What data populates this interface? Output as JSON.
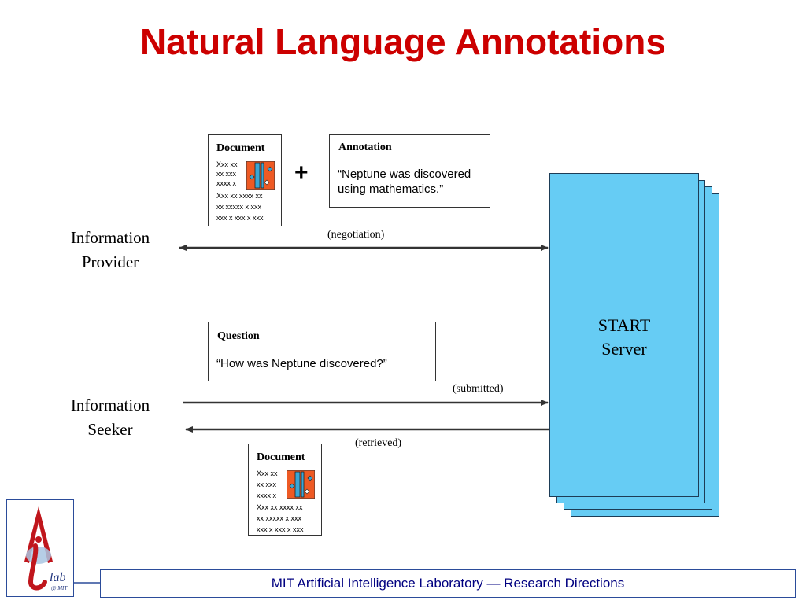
{
  "title": "Natural Language Annotations",
  "provider_document": {
    "heading": "Document",
    "lines": [
      "Xxx xx",
      "xx xxx",
      "xxxx x",
      "Xxx xx xxxx xx",
      "xx xxxxx x xxx",
      "xxx x xxx x xxx"
    ]
  },
  "plus_sign": "+",
  "annotation": {
    "heading": "Annotation",
    "text_line1": "“Neptune was discovered",
    "text_line2": "using mathematics.”"
  },
  "information_provider": {
    "line1": "Information",
    "line2": "Provider"
  },
  "negotiation_label": "(negotiation)",
  "question": {
    "heading": "Question",
    "text": "“How was Neptune discovered?”"
  },
  "submitted_label": "(submitted)",
  "information_seeker": {
    "line1": "Information",
    "line2": "Seeker"
  },
  "retrieved_label": "(retrieved)",
  "retrieved_document": {
    "heading": "Document",
    "lines": [
      "Xxx xx",
      "xx xxx",
      "xxxx x",
      "Xxx xx xxxx xx",
      "xx xxxxx x xxx",
      "xxx x xxx x xxx"
    ]
  },
  "server": {
    "line1": "START",
    "line2": "Server"
  },
  "footer": "MIT Artificial Intelligence Laboratory — Research Directions",
  "logo": {
    "text": "lab",
    "subtext": "@ MIT"
  },
  "colors": {
    "title": "#cc0000",
    "server_fill": "#66ccf4",
    "footer_text": "#000080",
    "doc_icon_orange": "#ee5a24",
    "doc_icon_blue": "#3aa6d6"
  }
}
